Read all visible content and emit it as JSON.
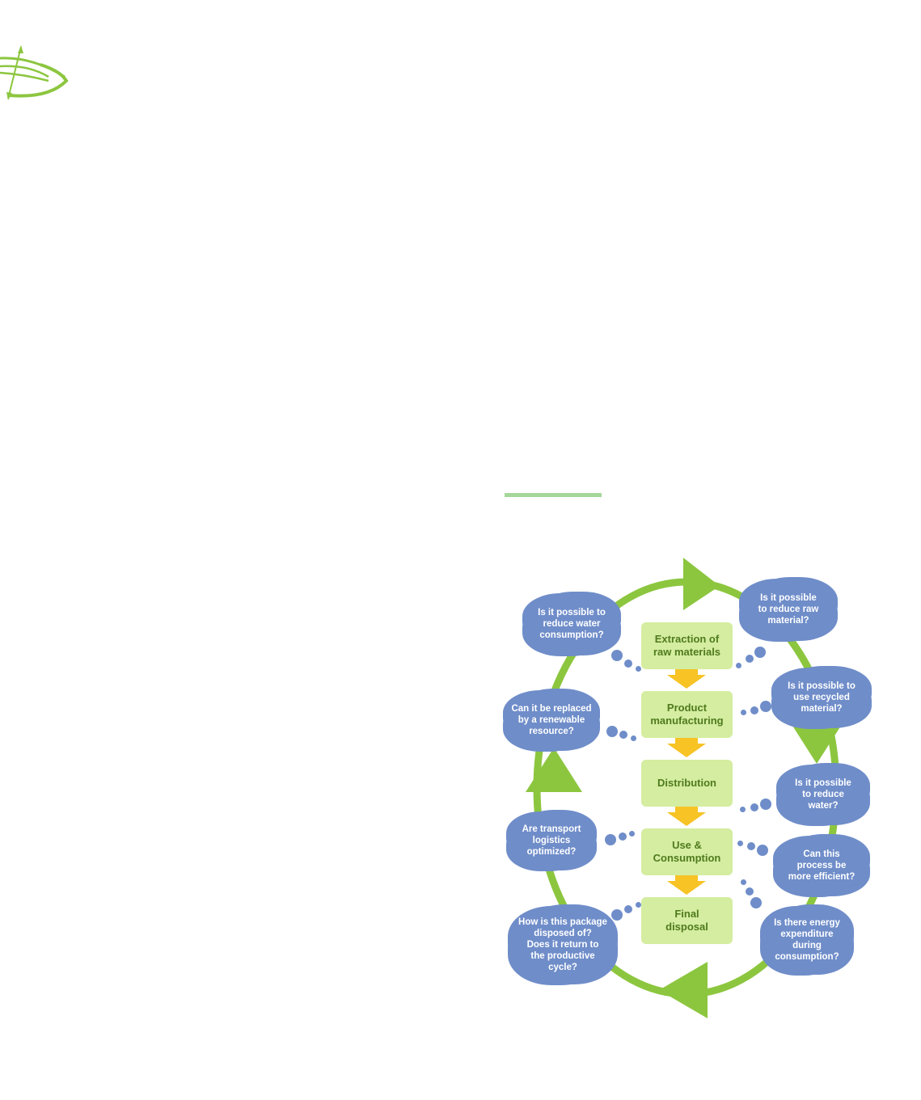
{
  "colors": {
    "loop": "#8cc63f",
    "stage": "#d4eda0",
    "stage_text": "#4f7a1e",
    "cloud": "#6f8dc9",
    "arrow": "#f7c325",
    "accent_line": "#a6d79a"
  },
  "stages": [
    {
      "label": "Extraction of\nraw materials"
    },
    {
      "label": "Product\nmanufacturing"
    },
    {
      "label": "Distribution"
    },
    {
      "label": "Use &\nConsumption"
    },
    {
      "label": "Final\ndisposal"
    }
  ],
  "questions": [
    {
      "text": "Is it possible to\nreduce water\nconsumption?"
    },
    {
      "text": "Can it be replaced\nby a renewable\nresource?"
    },
    {
      "text": "Are transport\nlogistics\noptimized?"
    },
    {
      "text": "How is this package\ndisposed of?\nDoes it return to\nthe productive\ncycle?"
    },
    {
      "text": "Is it possible\nto reduce raw\nmaterial?"
    },
    {
      "text": "Is it possible to\nuse recycled\nmaterial?"
    },
    {
      "text": "Is it possible\nto reduce\nwater?"
    },
    {
      "text": "Can this\nprocess be\nmore efficient?"
    },
    {
      "text": "Is there energy\nexpenditure\nduring\nconsumption?"
    }
  ]
}
